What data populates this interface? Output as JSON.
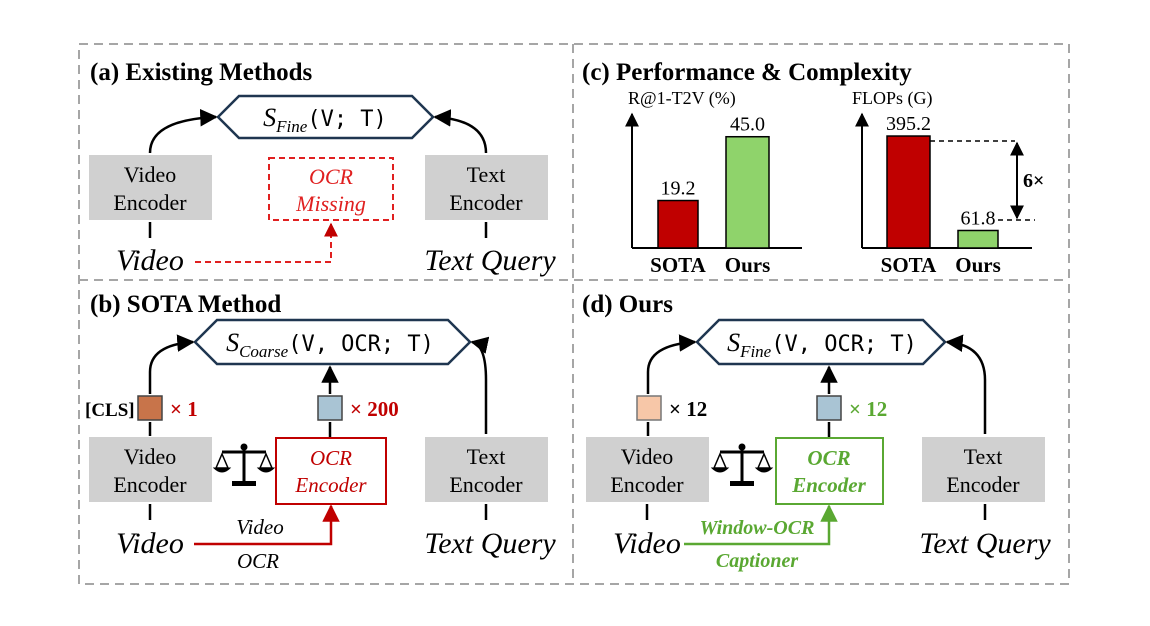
{
  "panels": {
    "a": {
      "title": "(a) Existing Methods",
      "score_s": "S",
      "score_sub": "Fine",
      "score_args": "(V; T)",
      "video_encoder": [
        "Video",
        "Encoder"
      ],
      "text_encoder": [
        "Text",
        "Encoder"
      ],
      "ocr_missing": [
        "OCR",
        "Missing"
      ],
      "video_label": "Video",
      "text_query_label": "Text Query"
    },
    "b": {
      "title": "(b) SOTA Method",
      "score_s": "S",
      "score_sub": "Coarse",
      "score_args": "(V, OCR; T)",
      "cls_label": "[CLS]",
      "cls_count": "× 1",
      "ocr_count": "× 200",
      "video_encoder": [
        "Video",
        "Encoder"
      ],
      "ocr_encoder": [
        "OCR",
        "Encoder"
      ],
      "text_encoder": [
        "Text",
        "Encoder"
      ],
      "video_label": "Video",
      "arrow_top_label": "Video",
      "arrow_bottom_label": "OCR",
      "text_query_label": "Text Query"
    },
    "c": {
      "title": "(c) Performance & Complexity",
      "ratio_label": "6×"
    },
    "d": {
      "title": "(d) Ours",
      "score_s": "S",
      "score_sub": "Fine",
      "score_args": "(V, OCR; T)",
      "video_count": "× 12",
      "ocr_count": "× 12",
      "video_encoder": [
        "Video",
        "Encoder"
      ],
      "ocr_encoder": [
        "OCR",
        "Encoder"
      ],
      "text_encoder": [
        "Text",
        "Encoder"
      ],
      "video_label": "Video",
      "captioner": [
        "Window-OCR",
        "Captioner"
      ],
      "text_query_label": "Text Query"
    }
  },
  "colors": {
    "sota_red": "#c00000",
    "ours_green": "#8fd36b",
    "ours_text_green": "#5aa832",
    "cls_orange": "#c8744a",
    "token_peach": "#f7c7a8",
    "token_blue": "#a9c4d4",
    "encoder_gray": "#d0d0d0",
    "navy": "#1f3650",
    "dashed_gray": "#a6a6a6"
  },
  "chart_data": [
    {
      "type": "bar",
      "ylabel": "R@1-T2V (%)",
      "categories": [
        "SOTA",
        "Ours"
      ],
      "values": [
        19.2,
        45.0
      ],
      "value_labels": [
        "19.2",
        "45.0"
      ],
      "colors": [
        "#c00000",
        "#8fd36b"
      ],
      "ylim": [
        0,
        55
      ]
    },
    {
      "type": "bar",
      "ylabel": "FLOPs (G)",
      "categories": [
        "SOTA",
        "Ours"
      ],
      "values": [
        395.2,
        61.8
      ],
      "value_labels": [
        "395.2",
        "61.8"
      ],
      "colors": [
        "#c00000",
        "#8fd36b"
      ],
      "ylim": [
        0,
        480
      ]
    }
  ]
}
